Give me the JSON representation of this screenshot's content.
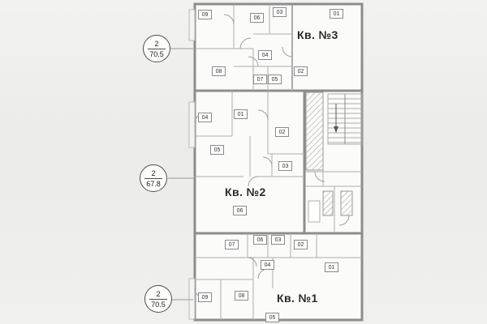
{
  "floor_plan": {
    "markers": [
      {
        "count": "2",
        "area": "70.5"
      },
      {
        "count": "2",
        "area": "67.8"
      },
      {
        "count": "2",
        "area": "70.5"
      }
    ],
    "apartments": [
      {
        "label": "Кв. №3",
        "rooms": [
          "09",
          "06",
          "03",
          "01",
          "04",
          "08",
          "07",
          "05",
          "02"
        ]
      },
      {
        "label": "Кв. №2",
        "rooms": [
          "04",
          "01",
          "02",
          "05",
          "03",
          "06"
        ]
      },
      {
        "label": "Кв. №1",
        "rooms": [
          "07",
          "06",
          "03",
          "02",
          "04",
          "01",
          "09",
          "08",
          "05"
        ]
      }
    ]
  }
}
